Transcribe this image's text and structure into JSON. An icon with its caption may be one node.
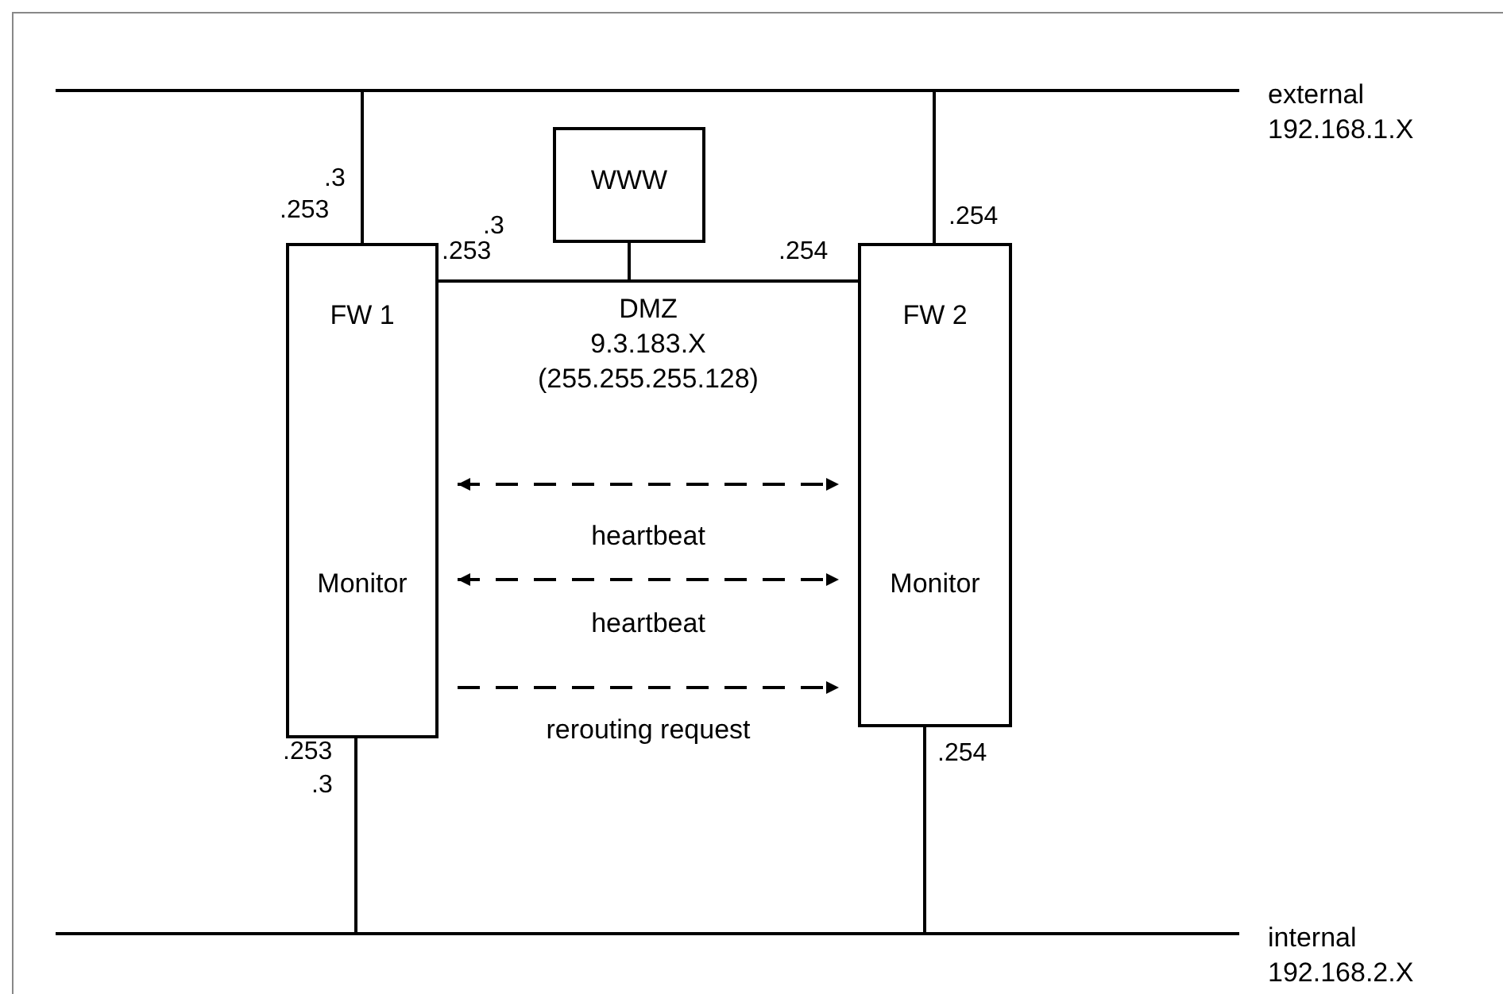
{
  "diagram": {
    "nodes": [
      {
        "text": [],
        "shape": "bar",
        "beside": [
          "external",
          "192.168.1.X"
        ]
      },
      {
        "text": [
          "FW 1",
          "Monitor"
        ]
      },
      {
        "text": [
          "WWW"
        ]
      },
      {
        "text": [],
        "shape": "bar",
        "beside": [
          "DMZ",
          "9.3.183.X",
          "(255.255.255.128)"
        ]
      },
      {
        "text": [
          "FW 2",
          "Monitor"
        ]
      },
      {
        "text": [],
        "shape": "bar",
        "beside": [
          "internal",
          "192.168.2.X"
        ]
      }
    ],
    "edges": [
      {
        "from": 0,
        "to": 1,
        "arrow": "none"
      },
      {
        "from": 0,
        "to": 4,
        "arrow": "none"
      },
      {
        "from": 2,
        "to": 3,
        "arrow": "none"
      },
      {
        "from": 1,
        "to": 5,
        "arrow": "none"
      },
      {
        "from": 4,
        "to": 5,
        "arrow": "none"
      },
      {
        "from": 1,
        "to": 4,
        "arrow": "both",
        "style": "dashed",
        "label": "heartbeat"
      },
      {
        "from": 1,
        "to": 4,
        "arrow": "both",
        "style": "dashed",
        "label": "heartbeat"
      },
      {
        "from": 1,
        "to": 4,
        "arrow": "to",
        "style": "dashed",
        "label": "rerouting request"
      }
    ],
    "labels": [
      ".3",
      ".253",
      ".3",
      ".253",
      ".254",
      ".254",
      ".253",
      ".3",
      ".254"
    ]
  }
}
